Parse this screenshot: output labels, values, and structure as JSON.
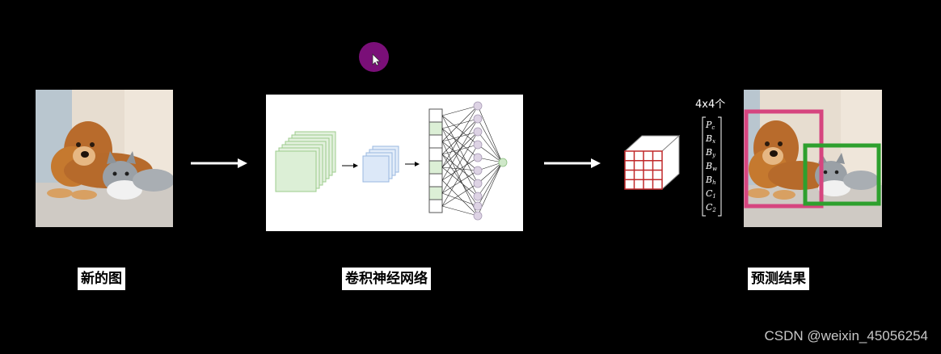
{
  "labels": {
    "input": "新的图",
    "network": "卷积神经网络",
    "result": "预测结果"
  },
  "output": {
    "count": "4x4个",
    "vector": [
      "P_c",
      "B_x",
      "B_y",
      "B_w",
      "B_h",
      "C_1",
      "C_2"
    ]
  },
  "boxes": {
    "dog_color": "#d6457f",
    "cat_color": "#2ea02e"
  },
  "grid": {
    "line_color": "#c0282a"
  },
  "watermark": "CSDN @weixin_45056254"
}
